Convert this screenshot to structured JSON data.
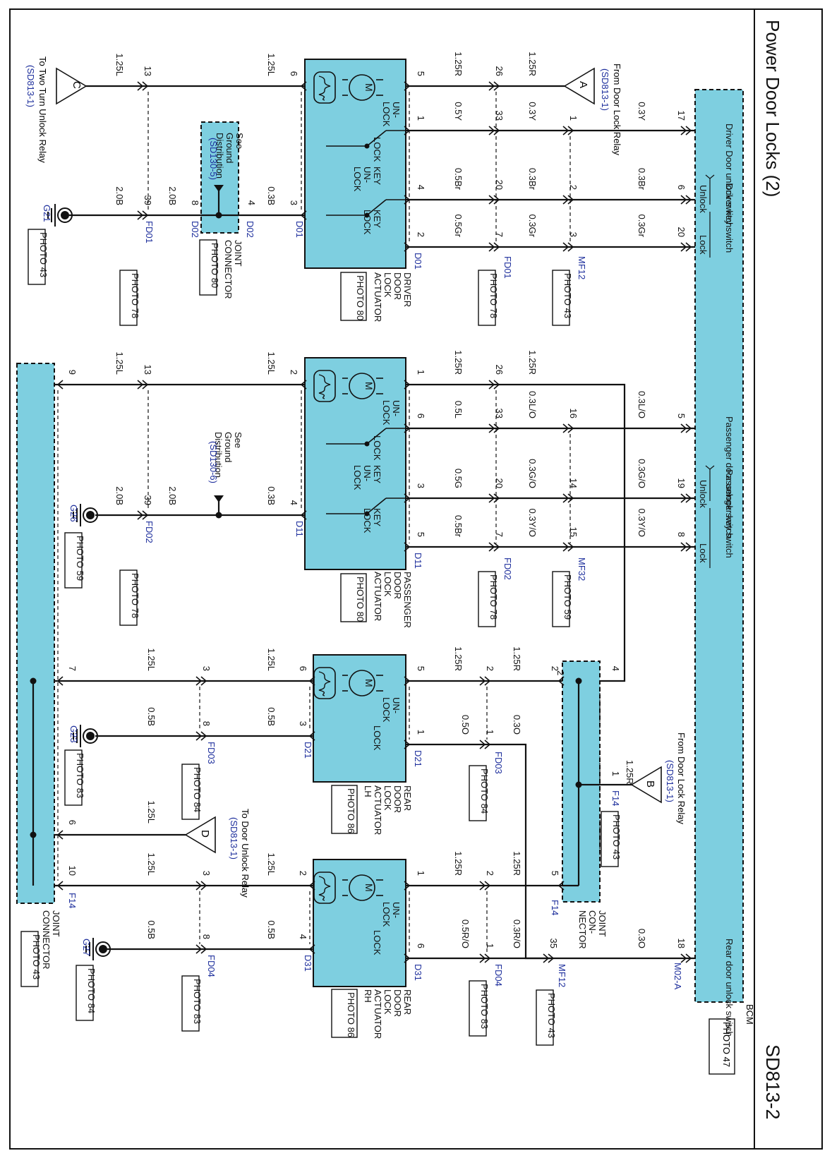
{
  "title": "Power Door Locks (2)",
  "code": "SD813-2",
  "colors": {
    "module_fill": "#7ecfe0",
    "wire": "#111111",
    "connector_label": "#1d2e9c",
    "text": "#111111"
  },
  "bcm": {
    "name": "BCM",
    "photo": "PHOTO 47",
    "driver_door_unlock_switch": "Driver Door unlock switch",
    "driver_key_switch": "Driver key switch",
    "passenger_door_unlock_switch": "Passenger door unlock switch",
    "passenger_key_switch": "Passenger key switch",
    "rear_door_unlock_switch": "Rear door unlock switch",
    "unlock": "Unlock",
    "lock": "Lock",
    "connector": "M02-A"
  },
  "relays": {
    "a": {
      "letter": "A",
      "text": "From Door Lock Relay",
      "ref": "(SD813-1)"
    },
    "b": {
      "letter": "B",
      "text": "From Door Lock Relay",
      "ref": "(SD813-1)"
    },
    "c": {
      "letter": "C",
      "text": "To Two Turn Unlock Relay",
      "ref": "(SD813-1)"
    },
    "d": {
      "letter": "D",
      "text": "To Door Unlock Relay",
      "ref": "(SD813-1)"
    }
  },
  "actuator_text": {
    "m": "M",
    "unlock": "UN- LOCK",
    "lock": "LOCK",
    "key_unlock": "KEY UN- LOCK",
    "key_lock": "KEY LOCK"
  },
  "actuators": {
    "driver": {
      "name": "DRIVER DOOR LOCK ACTUATOR",
      "photo": "PHOTO 80",
      "connectors": [
        "D01",
        "D01"
      ]
    },
    "passenger": {
      "name": "PASSENGER DOOR LOCK ACTUATOR",
      "photo": "PHOTO 80",
      "connectors": [
        "D11",
        "D11"
      ]
    },
    "rear_lh": {
      "name": "REAR DOOR LOCK ACTUATOR LH",
      "photo": "PHOTO 86",
      "connectors": [
        "D21",
        "D21"
      ]
    },
    "rear_rh": {
      "name": "REAR DOOR LOCK ACTUATOR RH",
      "photo": "PHOTO 86",
      "connectors": [
        "D31",
        "D31"
      ]
    }
  },
  "joint_connectors": {
    "driver_ground": {
      "name": "JOINT CONNECTOR",
      "photo": "PHOTO 80",
      "pins": [
        "8",
        "4"
      ],
      "labels": [
        "D02",
        "D02"
      ],
      "ground_ref": "See Ground Distribution",
      "ground_code": "(SD130-5)"
    },
    "rear": {
      "name": "JOINT CON- NECTOR",
      "photo": "PHOTO 43",
      "pins": [
        "4",
        "2",
        "1",
        "5"
      ],
      "labels": [
        "F14",
        "F14"
      ]
    },
    "left": {
      "name": "JOINT CONNECTOR",
      "photo": "PHOTO 43",
      "pins": [
        "9",
        "7",
        "6",
        "10"
      ],
      "label": "F14"
    }
  },
  "passenger_ground": {
    "text": "See Ground Distribution",
    "code": "(SD130-6)"
  },
  "grounds": [
    {
      "id": "G21",
      "photo": "PHOTO 43"
    },
    {
      "id": "G26",
      "photo": "PHOTO 59"
    },
    {
      "id": "G23",
      "photo": "PHOTO 83"
    },
    {
      "id": "G27",
      "photo": "PHOTO 84"
    }
  ],
  "connector_photos": [
    {
      "label": "MF12",
      "photo": "PHOTO 43"
    },
    {
      "label": "FD01",
      "photo": "PHOTO 78"
    },
    {
      "label": "FD01",
      "photo": "PHOTO 78"
    },
    {
      "label": "MF32",
      "photo": "PHOTO 59"
    },
    {
      "label": "FD02",
      "photo": "PHOTO 78"
    },
    {
      "label": "FD02",
      "photo": "PHOTO 78"
    },
    {
      "label": "FD03",
      "photo": "PHOTO 84"
    },
    {
      "label": "FD03",
      "photo": "PHOTO 84"
    },
    {
      "label": "FD04",
      "photo": "PHOTO 83"
    },
    {
      "label": "MF12",
      "photo": "PHOTO 43"
    },
    {
      "label": "FD04",
      "photo": "PHOTO 83"
    },
    {
      "label": "F14",
      "photo": "PHOTO 43"
    }
  ],
  "wires": {
    "driver": [
      {
        "bcm": "17",
        "w1": "0.3Y",
        "c1": "1",
        "w2": "0.3Y",
        "c2": "33",
        "w3": "0.5Y",
        "act": "1"
      },
      {
        "bcm": "6",
        "w1": "0.3Br",
        "c1": "2",
        "w2": "0.3Br",
        "c2": "20",
        "w3": "0.5Br",
        "act": "4"
      },
      {
        "bcm": "20",
        "w1": "0.3Gr",
        "c1": "3",
        "w2": "0.3Gr",
        "c2": "7",
        "w3": "0.5Gr",
        "act": "2"
      }
    ],
    "driver_motor_in": {
      "w1": "1.25R",
      "c2": "26",
      "w2": "1.25R",
      "act": "5"
    },
    "driver_motor_out": {
      "act": "6",
      "w1": "1.25L",
      "c": "13",
      "w2": "1.25L"
    },
    "driver_ground": {
      "act": "3",
      "w1": "0.3B",
      "w2": "2.0B",
      "c": "39",
      "w3": "2.0B"
    },
    "passenger": [
      {
        "bcm": "5",
        "w1": "0.3L/O",
        "c1": "16",
        "w2": "0.3L/O",
        "c2": "33",
        "w3": "0.5L",
        "act": "6"
      },
      {
        "bcm": "19",
        "w1": "0.3G/O",
        "c1": "14",
        "w2": "0.3G/O",
        "c2": "20",
        "w3": "0.5G",
        "act": "3"
      },
      {
        "bcm": "8",
        "w1": "0.3Y/O",
        "c1": "15",
        "w2": "0.3Y/O",
        "c2": "7",
        "w3": "0.5Br",
        "act": "5"
      }
    ],
    "passenger_motor_in": {
      "w1": "1.25R",
      "c2": "26",
      "w2": "1.25R",
      "act": "1"
    },
    "passenger_motor_out": {
      "act": "2",
      "w1": "1.25L",
      "c": "13",
      "w2": "1.25L",
      "jc": "9"
    },
    "passenger_ground": {
      "act": "4",
      "w1": "0.3B",
      "w2": "2.0B",
      "c": "39",
      "w3": "2.0B"
    },
    "rear_lh_motor_in": {
      "w1": "1.25R",
      "c": "2",
      "w2": "1.25R",
      "act": "5",
      "jc": "2"
    },
    "rear_lh_signal": {
      "w1": "0.3O",
      "c": "1",
      "w2": "0.5O",
      "act": "1"
    },
    "rear_lh_motor_out": {
      "act": "6",
      "w1": "1.25L",
      "c": "3",
      "w2": "1.25L",
      "jc": "7"
    },
    "rear_lh_ground": {
      "act": "3",
      "w1": "0.5B",
      "c": "8",
      "w2": "0.5B"
    },
    "relay_b_wire": "1.25R",
    "relay_d_wire": "1.25L",
    "rear_rh_motor_in": {
      "w1": "1.25R",
      "c": "2",
      "w2": "1.25R",
      "act": "1",
      "jc": "5"
    },
    "rear_rh_signal": {
      "bcm": "18",
      "w1": "0.3O",
      "c1": "35",
      "w2": "0.3R/O",
      "c2": "1",
      "w3": "0.5R/O",
      "act": "6"
    },
    "rear_rh_motor_out": {
      "act": "2",
      "w1": "1.25L",
      "c": "3",
      "w2": "1.25L",
      "jc": "10"
    },
    "rear_rh_ground": {
      "act": "4",
      "w1": "0.5B",
      "c": "8",
      "w2": "0.5B"
    }
  }
}
